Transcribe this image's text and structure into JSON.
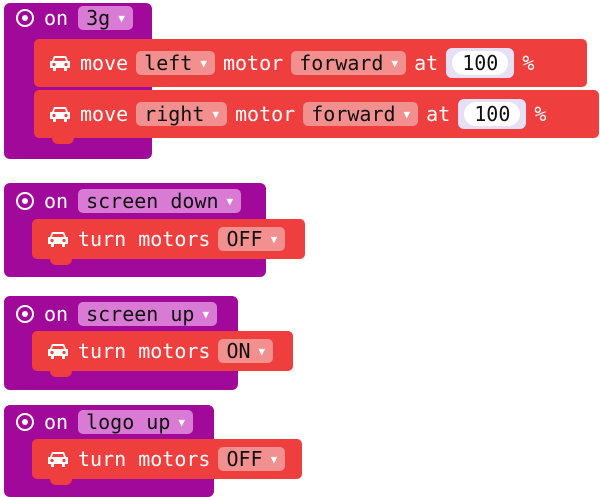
{
  "blocks": [
    {
      "event_label": "on",
      "event_value": "3g",
      "statements": [
        {
          "type": "move",
          "move_label": "move",
          "direction": "left",
          "motor_label": "motor",
          "mode": "forward",
          "at_label": "at",
          "speed": "100",
          "unit": "%"
        },
        {
          "type": "move",
          "move_label": "move",
          "direction": "right",
          "motor_label": "motor",
          "mode": "forward",
          "at_label": "at",
          "speed": "100",
          "unit": "%"
        }
      ]
    },
    {
      "event_label": "on",
      "event_value": "screen down",
      "statements": [
        {
          "type": "turn",
          "label": "turn motors",
          "state": "OFF"
        }
      ]
    },
    {
      "event_label": "on",
      "event_value": "screen up",
      "statements": [
        {
          "type": "turn",
          "label": "turn motors",
          "state": "ON"
        }
      ]
    },
    {
      "event_label": "on",
      "event_value": "logo up",
      "statements": [
        {
          "type": "turn",
          "label": "turn motors",
          "state": "OFF"
        }
      ]
    }
  ],
  "colors": {
    "event_block": "#A1099A",
    "motor_block": "#EE3E3E",
    "dropdown_event": "#D97BD4",
    "dropdown_motor": "#F28F8F"
  },
  "icons": {
    "event": "event-target-icon",
    "motor": "car-icon"
  }
}
